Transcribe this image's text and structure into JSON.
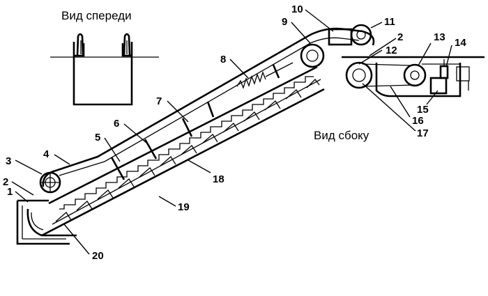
{
  "captions": {
    "front_view": "Вид спереди",
    "side_view": "Вид сбоку"
  },
  "labels": [
    "1",
    "2",
    "3",
    "4",
    "5",
    "6",
    "7",
    "8",
    "9",
    "10",
    "11",
    "2",
    "12",
    "13",
    "14",
    "15",
    "16",
    "17",
    "18",
    "19",
    "20"
  ]
}
